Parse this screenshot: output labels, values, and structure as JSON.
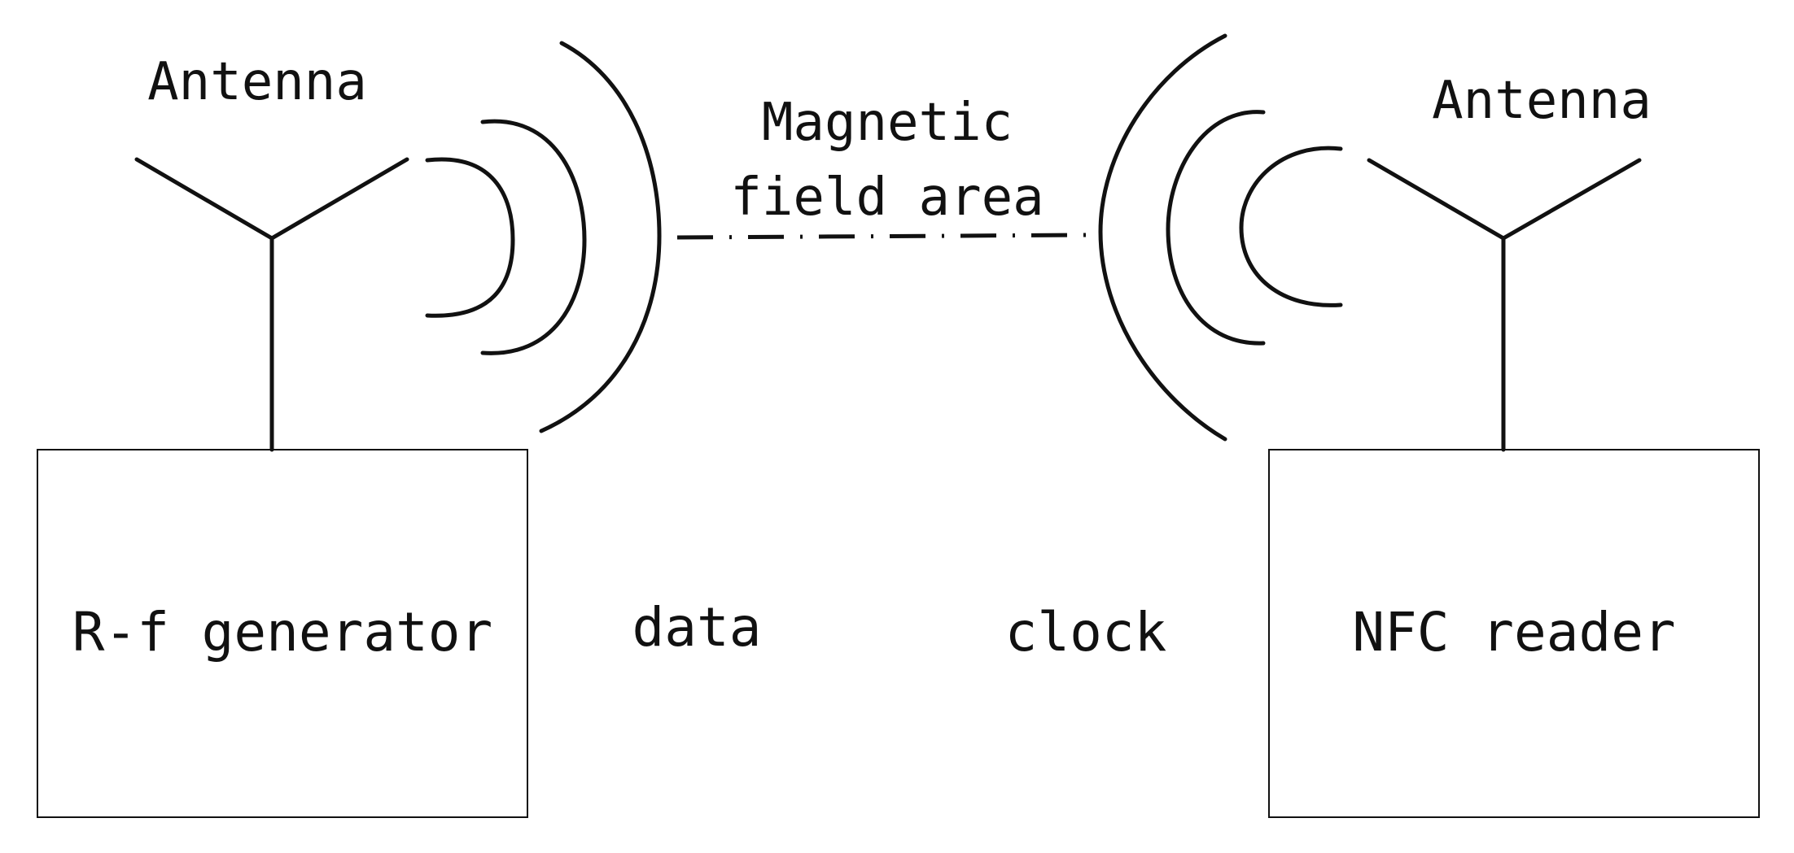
{
  "labels": {
    "left_antenna": "Antenna",
    "right_antenna": "Antenna",
    "field_line1": "Magnetic",
    "field_line2": "field area",
    "data": "data",
    "clock": "clock"
  },
  "blocks": {
    "left": "R-f generator",
    "right": "NFC reader"
  },
  "colors": {
    "stroke": "#111111",
    "background": "#ffffff"
  }
}
